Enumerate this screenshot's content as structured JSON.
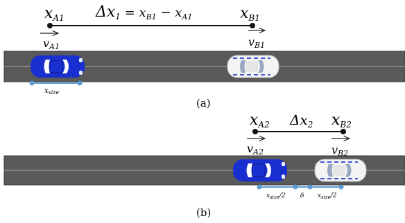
{
  "panel_a": {
    "xA": "x",
    "xA_sub": "A1",
    "xB": "x",
    "xB_sub": "B1",
    "equation": "Δx₁ = xʙ₁ − xᴀ₁",
    "eq_delta": "Δx",
    "eq_sub1": "1",
    "eq_rhs_a": " = x",
    "eq_rhs_a_sub": "B1",
    "eq_minus": " − x",
    "eq_minus_sub": "A1",
    "vA": "v",
    "vA_sub": "A1",
    "vB": "v",
    "vB_sub": "B1",
    "size_label": "x",
    "size_label_sub": "size",
    "caption": "(a)"
  },
  "panel_b": {
    "xA": "x",
    "xA_sub": "A2",
    "delta": "Δx",
    "delta_sub": "2",
    "xB": "x",
    "xB_sub": "B2",
    "vA": "v",
    "vA_sub": "A2",
    "vB": "v",
    "vB_sub": "B2",
    "dim1": "x",
    "dim1_sub": "size",
    "dim1_tail": "/2",
    "dim_delta": "δ",
    "dim2": "x",
    "dim2_sub": "size",
    "dim2_tail": "/2",
    "caption": "(b)"
  },
  "colors": {
    "road": "#5a5a5a",
    "road_edge": "#3a3a3a",
    "lane_line": "#9a9a9a",
    "car_blue": "#1a2fd0",
    "car_white": "#f4f4f4",
    "dim_line": "#5b9bd5"
  },
  "icons": [
    "blue-car-icon",
    "white-car-icon",
    "right-arrow-icon"
  ]
}
